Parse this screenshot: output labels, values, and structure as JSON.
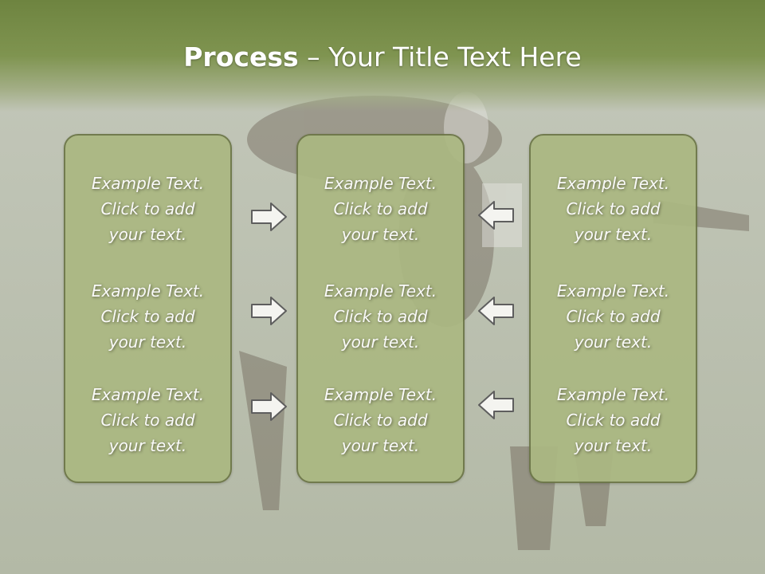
{
  "title": {
    "bold": "Process",
    "rest": " – Your Title Text Here"
  },
  "columns": [
    {
      "items": [
        [
          "Example Text.",
          "Click  to add",
          "your text."
        ],
        [
          "Example Text.",
          "Click  to add",
          "your text."
        ],
        [
          "Example Text.",
          "Click  to add",
          "your text."
        ]
      ]
    },
    {
      "items": [
        [
          "Example Text.",
          "Click  to add",
          "your text."
        ],
        [
          "Example Text.",
          "Click  to add",
          "your text."
        ],
        [
          "Example Text.",
          "Click  to add",
          "your text."
        ]
      ]
    },
    {
      "items": [
        [
          "Example Text.",
          "Click  to add",
          "your text."
        ],
        [
          "Example Text.",
          "Click  to add",
          "your text."
        ],
        [
          "Example Text.",
          "Click  to add",
          "your text."
        ]
      ]
    }
  ],
  "arrows": {
    "left_group": [
      "arrow-right-icon",
      "arrow-right-icon",
      "arrow-right-icon"
    ],
    "right_group": [
      "arrow-left-icon",
      "arrow-left-icon",
      "arrow-left-icon"
    ]
  },
  "colors": {
    "header": "#6e8440",
    "box_fill": "#abb882",
    "box_border": "#6c7647",
    "text": "#ffffff"
  }
}
